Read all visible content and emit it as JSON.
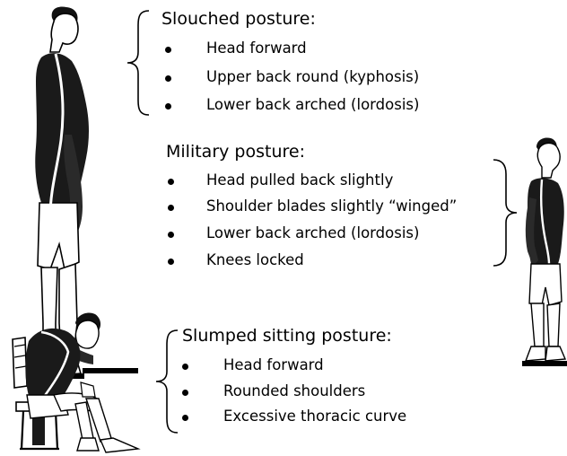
{
  "sections": [
    {
      "title": "Slouched posture:",
      "items": [
        "Head forward",
        "Upper back round (kyphosis)",
        "Lower back arched (lordosis)"
      ]
    },
    {
      "title": "Military posture:",
      "items": [
        "Head pulled back slightly",
        "Shoulder blades slightly “winged”",
        "Lower back arched (lordosis)",
        "Knees locked"
      ]
    },
    {
      "title": "Slumped sitting posture:",
      "items": [
        "Head forward",
        "Rounded shoulders",
        "Excessive thoracic curve"
      ]
    }
  ]
}
